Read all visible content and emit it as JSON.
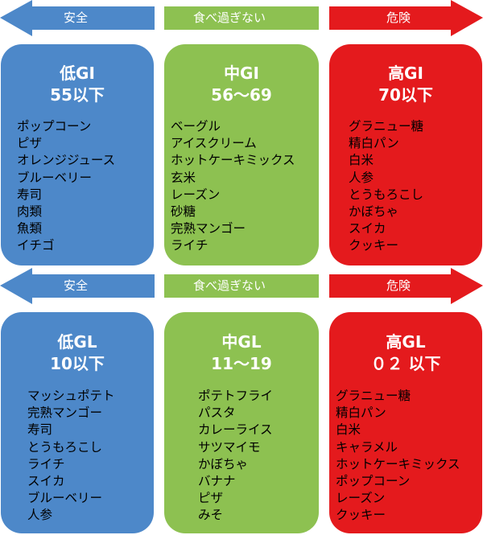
{
  "bands": {
    "top": {
      "safe": "安全",
      "moderate": "食べ過ぎない",
      "danger": "危険"
    },
    "bottom": {
      "safe": "安全",
      "moderate": "食べ過ぎない",
      "danger": "危険"
    }
  },
  "colors": {
    "safe": "#4d88c9",
    "moderate": "#8dc151",
    "danger": "#e41a1d"
  },
  "gi": {
    "low": {
      "title": "低GI",
      "range": "55以下",
      "items": [
        "ポップコーン",
        "ピザ",
        "オレンジジュース",
        "ブルーベリー",
        "寿司",
        "肉類",
        "魚類",
        "イチゴ"
      ]
    },
    "mid": {
      "title": "中GI",
      "range": "56～69",
      "items": [
        "ベーグル",
        "アイスクリーム",
        "ホットケーキミックス",
        "玄米",
        "レーズン",
        "砂糖",
        "完熟マンゴー",
        "ライチ"
      ]
    },
    "high": {
      "title": "高GI",
      "range": "70以下",
      "items": [
        "グラニュー糖",
        "精白パン",
        "白米",
        "人参",
        "とうもろこし",
        "かぼちゃ",
        "スイカ",
        "クッキー"
      ]
    }
  },
  "gl": {
    "low": {
      "title": "低GL",
      "range": "10以下",
      "items": [
        "マッシュポテト",
        "完熟マンゴー",
        "寿司",
        "とうもろこし",
        "ライチ",
        "スイカ",
        "ブルーベリー",
        "人参"
      ]
    },
    "mid": {
      "title": "中GL",
      "range": "11～19",
      "items": [
        "ポテトフライ",
        "パスタ",
        "カレーライス",
        "サツマイモ",
        "かぼちゃ",
        "バナナ",
        "ピザ",
        "みそ"
      ]
    },
    "high": {
      "title": "高GL",
      "range": "０２ 以下",
      "items": [
        "グラニュー糖",
        "精白パン",
        "白米",
        "キャラメル",
        "ホットケーキミックス",
        "ポップコーン",
        "レーズン",
        "クッキー"
      ]
    }
  }
}
